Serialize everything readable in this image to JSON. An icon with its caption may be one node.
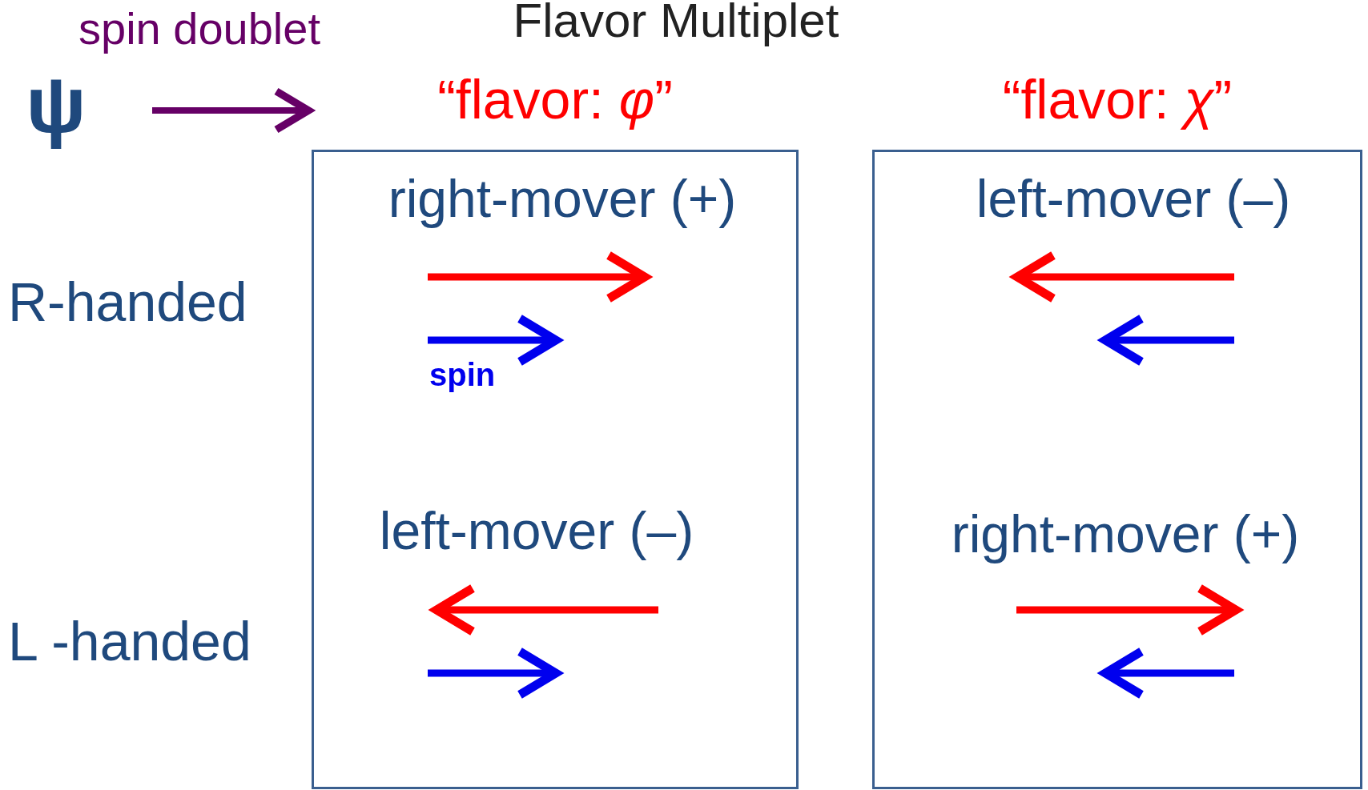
{
  "diagram": {
    "title": "Flavor Multiplet",
    "nodes": [
      {
        "text": [
          "ψ"
        ]
      },
      {
        "text": [
          "“flavor:  *φ*”",
          "right-mover (+)",
          "left-mover (–)"
        ]
      },
      {
        "text": [
          "“flavor:  *χ*”",
          "left-mover (–)",
          "right-mover (+)"
        ]
      }
    ],
    "edges": [
      {
        "from": 0,
        "to": 1,
        "arrow": "to",
        "label": "spin doublet",
        "color": "#660066"
      }
    ],
    "labels": [
      "R-handed",
      "spin",
      "L -handed"
    ]
  }
}
